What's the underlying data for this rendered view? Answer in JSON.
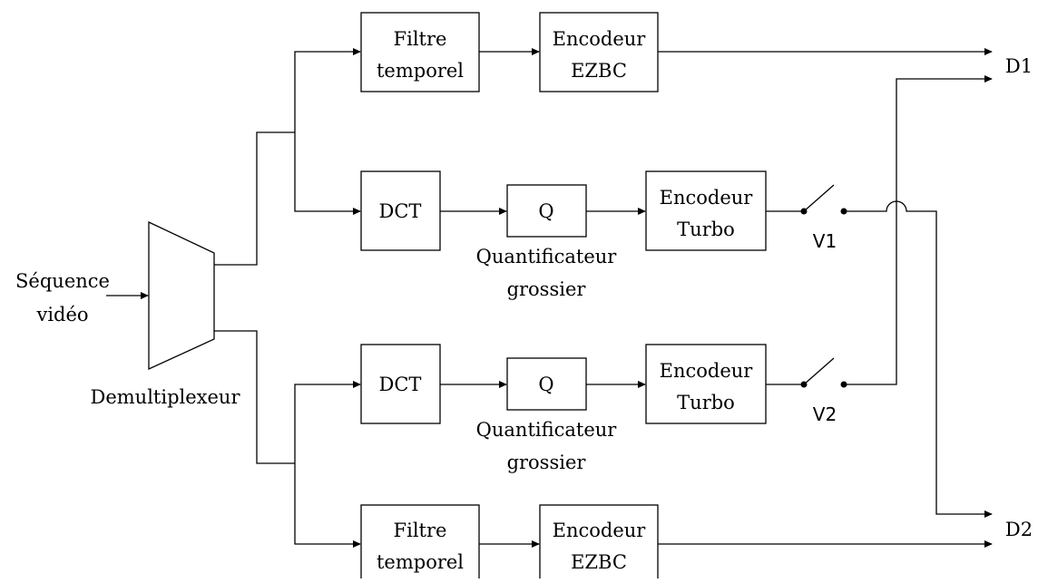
{
  "input": {
    "line1": "Séquence",
    "line2": "vidéo"
  },
  "demux": {
    "label": "Demultiplexeur"
  },
  "top_branch": {
    "filter": {
      "line1": "Filtre",
      "line2": "temporel"
    },
    "encoder": {
      "line1": "Encodeur",
      "line2": "EZBC"
    }
  },
  "branch1": {
    "dct": "DCT",
    "q": "Q",
    "q_caption": {
      "line1": "Quantificateur",
      "line2": "grossier"
    },
    "encoder": {
      "line1": "Encodeur",
      "line2": "Turbo"
    },
    "switch": "V1"
  },
  "branch2": {
    "dct": "DCT",
    "q": "Q",
    "q_caption": {
      "line1": "Quantificateur",
      "line2": "grossier"
    },
    "encoder": {
      "line1": "Encodeur",
      "line2": "Turbo"
    },
    "switch": "V2"
  },
  "bottom_branch": {
    "filter": {
      "line1": "Filtre",
      "line2": "temporel"
    },
    "encoder": {
      "line1": "Encodeur",
      "line2": "EZBC"
    }
  },
  "outputs": {
    "d1": "D1",
    "d2": "D2"
  }
}
